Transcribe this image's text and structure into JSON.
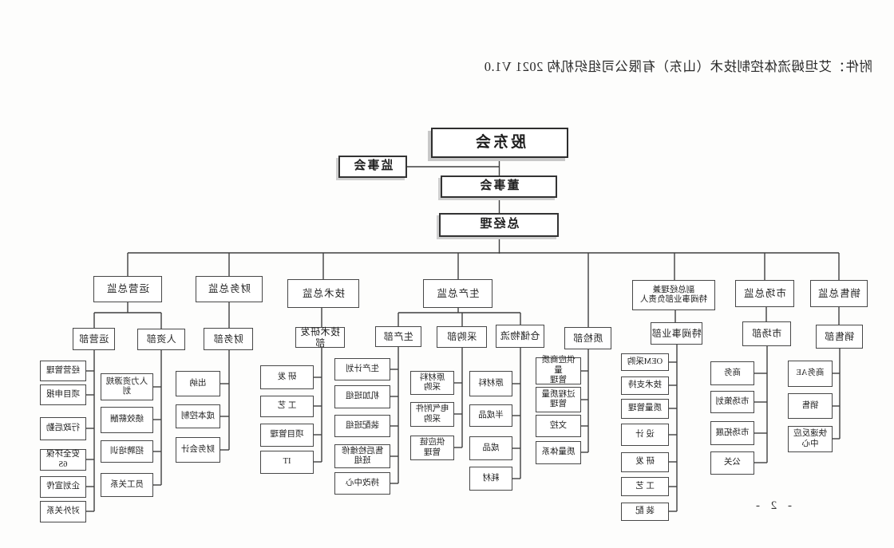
{
  "document": {
    "attachment_title": "附件：艾坦姆流体控制技术（山东）有限公司组织机构 2021 V1.0",
    "page_number": "- 2 -"
  },
  "org": {
    "top": {
      "shareholders_meeting": "股东会",
      "supervisory_board": "监事会",
      "board_of_directors": "董事会",
      "general_manager": "总经理"
    },
    "level2": {
      "sales_director": "销售总监",
      "marketing_director": "市场总监",
      "deputy_gm_special_valve": "副总经理兼\n特阀事业部负责人",
      "qc_dept": "质检部",
      "production_director": "生产总监",
      "tech_director": "技术总监",
      "finance_director": "财务总监",
      "operations_director": "运营总监"
    },
    "level3": {
      "sales_dept": "销售部",
      "marketing_dept": "市场部",
      "special_valve_bu": "特阀事业部",
      "warehouse_logistics": "仓储物流",
      "purchasing_dept": "采购部",
      "production_dept": "生产部",
      "tech_rd_dept": "技术研发部",
      "finance_dept": "财务部",
      "hr_dept": "人资部",
      "operations_dept": "运营部"
    },
    "leaves": {
      "sales": [
        "商务AE",
        "销售",
        "快速反应\n中心"
      ],
      "marketing": [
        "商务",
        "市场策划",
        "市场拓展",
        "公关"
      ],
      "special_valve": [
        "OEM采购",
        "技术支持",
        "质量管理",
        "设 计",
        "研 发",
        "工 艺",
        "装 配"
      ],
      "qc": [
        "供应商质量\n管理",
        "过程质量\n管理",
        "文控",
        "质量体系"
      ],
      "warehouse": [
        "原材料",
        "半成品",
        "成品",
        "耗材"
      ],
      "purchasing": [
        "原材料\n采购",
        "电气附件\n采购",
        "供应链\n管理"
      ],
      "production": [
        "生产计划",
        "机加班组",
        "装配班组",
        "售后检维修\n班组",
        "持改中心"
      ],
      "tech_rd": [
        "研 发",
        "工 艺",
        "项目管理",
        "IT"
      ],
      "finance": [
        "出纳",
        "成本控制",
        "财务会计"
      ],
      "hr": [
        "人力资源规划",
        "绩效薪酬",
        "招聘培训",
        "员工关系"
      ],
      "operations": [
        "经营管理",
        "项目申报",
        "行政后勤",
        "安全环保6S",
        "企划宣传",
        "对外关系"
      ]
    }
  }
}
